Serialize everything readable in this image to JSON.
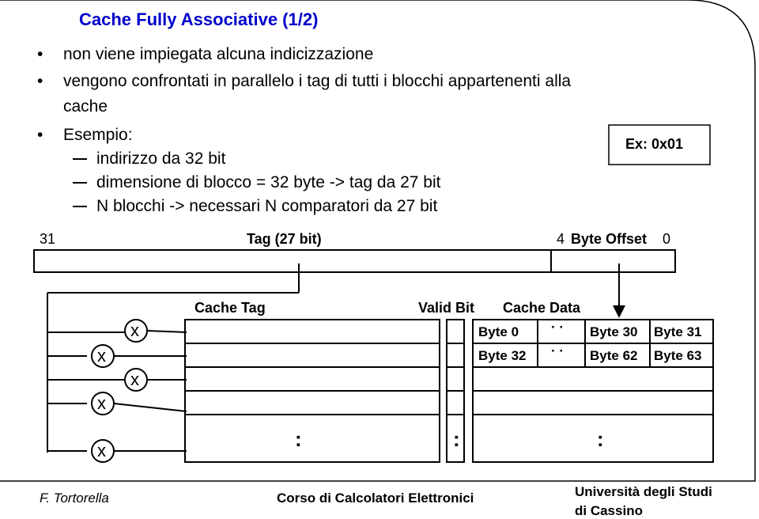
{
  "slide": {
    "title": "Cache Fully Associative (1/2)",
    "bullets": [
      "non viene impiegata alcuna indicizzazione",
      "vengono confrontati in parallelo i tag di tutti i blocchi appartenenti alla",
      "cache",
      "Esempio:"
    ],
    "sub_bullets": [
      "indirizzo da 32 bit",
      "dimensione di blocco = 32 byte -> tag da 27 bit",
      "N blocchi -> necessari N comparatori da 27 bit"
    ],
    "example_box": "Ex: 0x01"
  },
  "address": {
    "bit_high": "31",
    "tag_label": "Tag (27 bit)",
    "bit_low_offset": "4",
    "offset_label": "Byte Offset",
    "bit_zero": "0"
  },
  "cache": {
    "tag_header": "Cache Tag",
    "valid_header": "Valid Bit",
    "data_header": "Cache Data",
    "row1": [
      "Byte 0",
      "Byte 30",
      "Byte 31"
    ],
    "row2": [
      "Byte 32",
      "Byte 62",
      "Byte 63"
    ],
    "hdots": "· ·",
    "vdots": ":",
    "comparator": "x"
  },
  "footer": {
    "author": "F. Tortorella",
    "course": "Corso di Calcolatori Elettronici",
    "university_line1": "Università degli Studi",
    "university_line2": "di Cassino"
  }
}
